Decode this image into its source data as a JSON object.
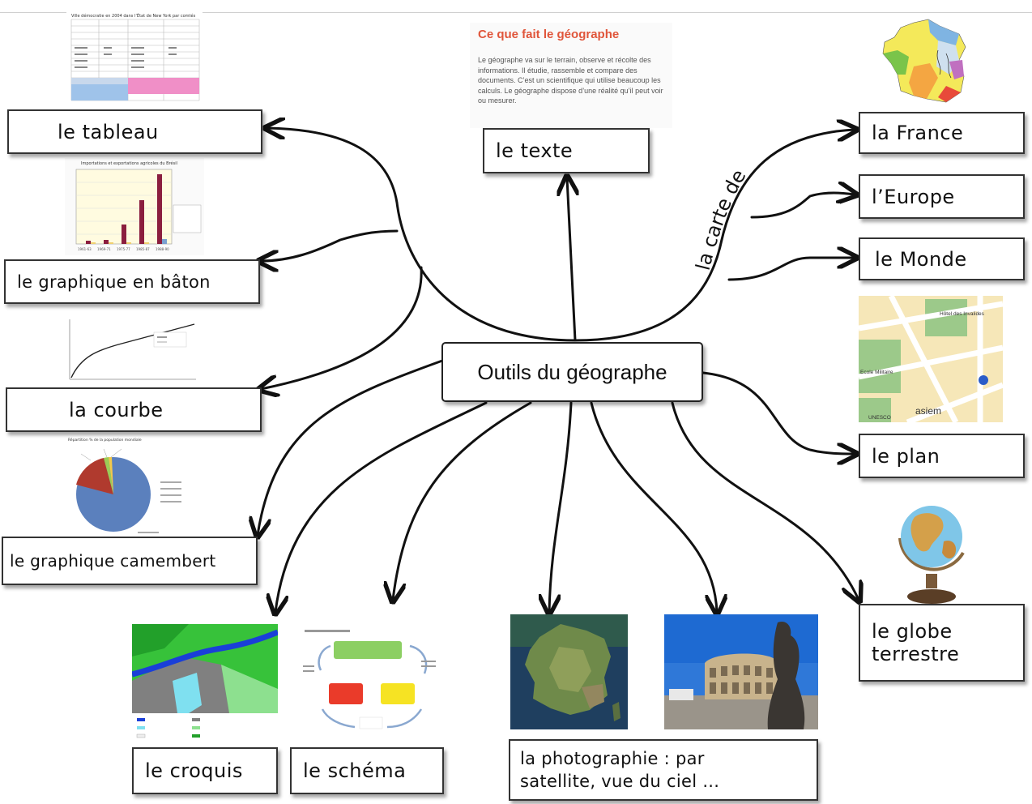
{
  "central": {
    "label": "Outils du géographe"
  },
  "branches": {
    "tableau": "le tableau",
    "baton": "le graphique en bâton",
    "courbe": "la courbe",
    "camembert": "le graphique camembert",
    "croquis": "le croquis",
    "schema": "le schéma",
    "photo_line1": "la photographie : par",
    "photo_line2": "satellite, vue du ciel ...",
    "texte": "le texte",
    "carte_de": "la carte de",
    "france": "la France",
    "europe": "l’Europe",
    "monde": "le Monde",
    "plan": "le plan",
    "globe_line1": "le globe",
    "globe_line2": "terrestre"
  },
  "document": {
    "title": "Ce que fait le géographe",
    "body": "Le géographe va sur le terrain, observe et récolte des informations. Il étudie, rassemble et compare des documents. C’est un scientifique qui utilise beaucoup les calculs. Le géographe dispose d’une réalité qu’il peut voir ou mesurer."
  },
  "thumbnails": {
    "table_title": "Ville démocratie en 2004 dans l’État de New York par comtés",
    "bar_title": "Importations et exportations agricoles du Brésil",
    "bar_categories": [
      "1961-63",
      "1969-71",
      "1975-77",
      "1985-87",
      "1988-90"
    ],
    "pie_title": "Répartition % de la population mondiale",
    "plan_labels": [
      "Hôtel des Invalides",
      "Ecole Militaire",
      "UNESCO",
      "asiem"
    ]
  },
  "colors": {
    "line": "#111111",
    "box_border": "#333333",
    "doc_title": "#e0553a"
  }
}
